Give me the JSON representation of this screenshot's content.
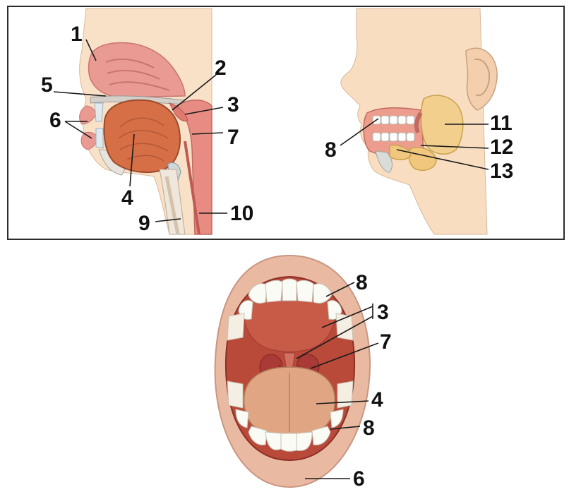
{
  "labels": {
    "sagittal": {
      "l1": "1",
      "l2": "2",
      "l3": "3",
      "l4": "4",
      "l5": "5",
      "l6": "6",
      "l7": "7",
      "l9": "9",
      "l10": "10"
    },
    "profile": {
      "l8": "8",
      "l11": "11",
      "l12": "12",
      "l13": "13"
    },
    "mouth": {
      "l8a": "8",
      "l3": "3",
      "l7": "7",
      "l4": "4",
      "l8b": "8",
      "l6": "6"
    }
  },
  "colors": {
    "skin": "#f8ddc0",
    "tissue": "#e8928a",
    "tongue": "#d9794e",
    "gland": "#f2cf8c",
    "mouth_inside": "#b94a3a",
    "lip": "#e7b6a0",
    "teeth": "#fbfbf6"
  }
}
